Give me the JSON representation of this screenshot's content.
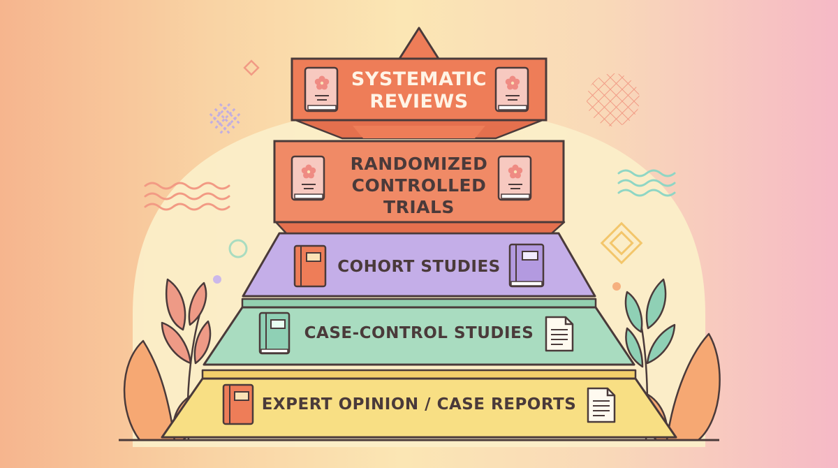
{
  "pyramid": {
    "tiers": [
      {
        "id": "sr",
        "label": "SYSTEMATIC\nREVIEWS",
        "color": "#ee7d58",
        "icon_left": "cherry-blossom-book-icon",
        "icon_right": "cherry-blossom-book-icon"
      },
      {
        "id": "rct",
        "label": "RANDOMIZED\nCONTROLLED\nTRIALS",
        "color": "#f08a66",
        "icon_left": "cherry-blossom-book-icon",
        "icon_right": "cherry-blossom-book-icon"
      },
      {
        "id": "cohort",
        "label": "COHORT STUDIES",
        "color": "#c4aee8",
        "icon_left": "orange-book-icon",
        "icon_right": "purple-book-icon"
      },
      {
        "id": "cc",
        "label": "CASE-CONTROL STUDIES",
        "color": "#a9dcc0",
        "icon_left": "green-book-icon",
        "icon_right": "document-icon"
      },
      {
        "id": "expert",
        "label": "EXPERT OPINION / CASE REPORTS",
        "color": "#f8df84",
        "icon_left": "orange-book-icon",
        "icon_right": "document-icon"
      }
    ]
  },
  "colors": {
    "outline": "#4a3a3a",
    "top_triangle": "#ee7d58",
    "leaf_pink": "#ee9a86",
    "leaf_green": "#8fd0b5",
    "leaf_orange": "#f6a873",
    "glow": "#fbeec8"
  }
}
